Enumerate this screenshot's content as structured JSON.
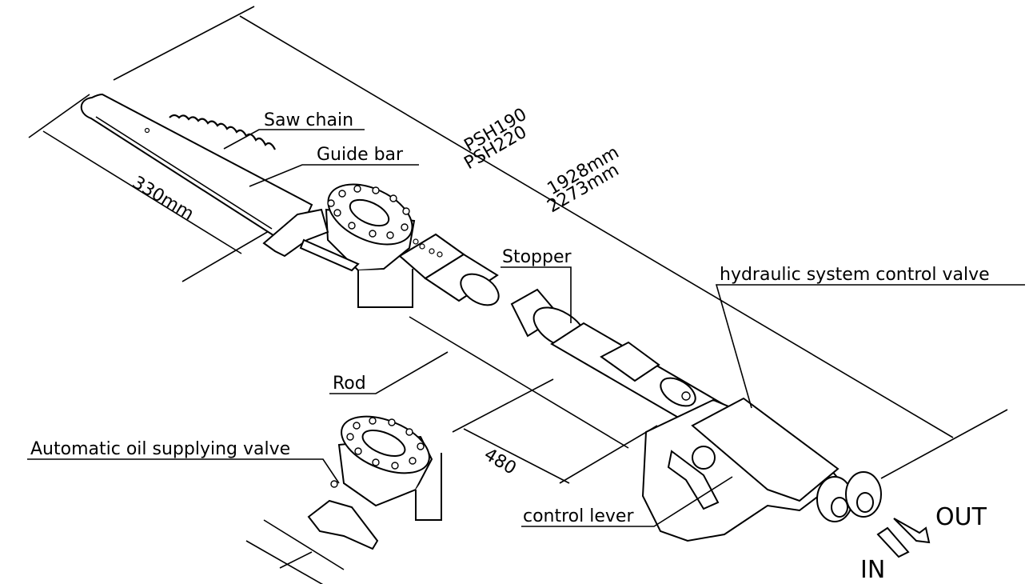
{
  "labels": {
    "saw_chain": "Saw chain",
    "guide_bar": "Guide bar",
    "model_1": "PSH190",
    "model_2": "PSH220",
    "length_1": "1928mm",
    "length_2": "2273mm",
    "bar_length": "330mm",
    "stopper": "Stopper",
    "hydraulic_valve": "hydraulic system control valve",
    "rod": "Rod",
    "auto_oil_valve": "Automatic oil supplying valve",
    "dim_480": "480",
    "control_lever": "control lever",
    "port_out": "OUT",
    "port_in": "IN"
  }
}
